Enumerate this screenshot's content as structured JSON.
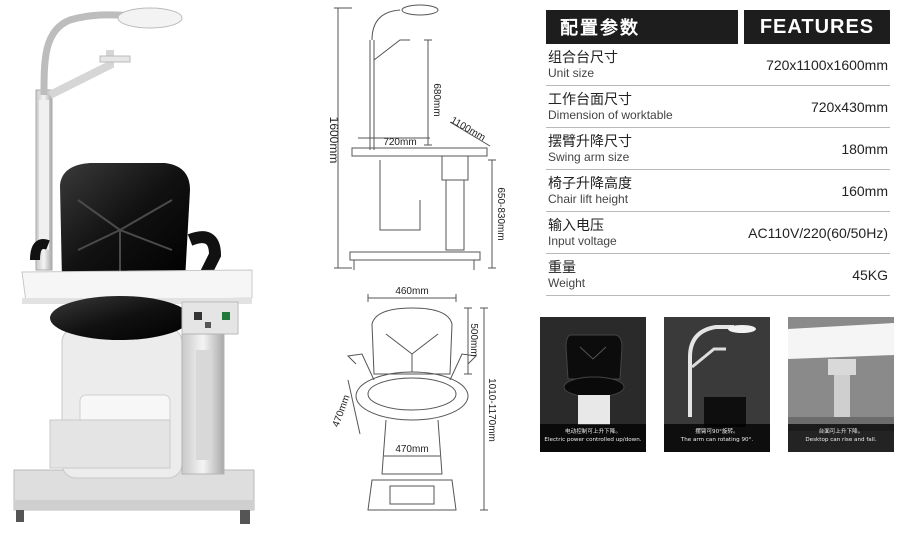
{
  "drawing_top": {
    "total_height": "1600mm",
    "arm_height": "680mm",
    "table_width": "720mm",
    "table_depth": "1100mm",
    "table_height": "650-830mm"
  },
  "drawing_chair": {
    "seat_width": "460mm",
    "back_height": "500mm",
    "seat_depth": "470mm",
    "base_width": "470mm",
    "lift_range": "1010-1170mm"
  },
  "spec": {
    "header_cn": "配置参数",
    "header_en": "FEATURES",
    "rows": [
      {
        "label_cn": "组合台尺寸",
        "label_en": "Unit size",
        "value": "720x1100x1600mm"
      },
      {
        "label_cn": "工作台面尺寸",
        "label_en": "Dimension of worktable",
        "value": "720x430mm"
      },
      {
        "label_cn": "摆臂升降尺寸",
        "label_en": "Swing arm size",
        "value": "180mm"
      },
      {
        "label_cn": "椅子升降高度",
        "label_en": "Chair lift height",
        "value": "160mm"
      },
      {
        "label_cn": "输入电压",
        "label_en": "Input voltage",
        "value": "AC110V/220(60/50Hz)"
      },
      {
        "label_cn": "重量",
        "label_en": "Weight",
        "value": "45KG"
      }
    ]
  },
  "thumbs": [
    {
      "cap_cn": "电动控制可上升下降。",
      "cap_en": "Electric power controlled up/down."
    },
    {
      "cap_cn": "摆臂可90°旋转。",
      "cap_en": "The arm can rotating 90°."
    },
    {
      "cap_cn": "台面可上升下降。",
      "cap_en": "Desktop can rise and fall."
    }
  ]
}
